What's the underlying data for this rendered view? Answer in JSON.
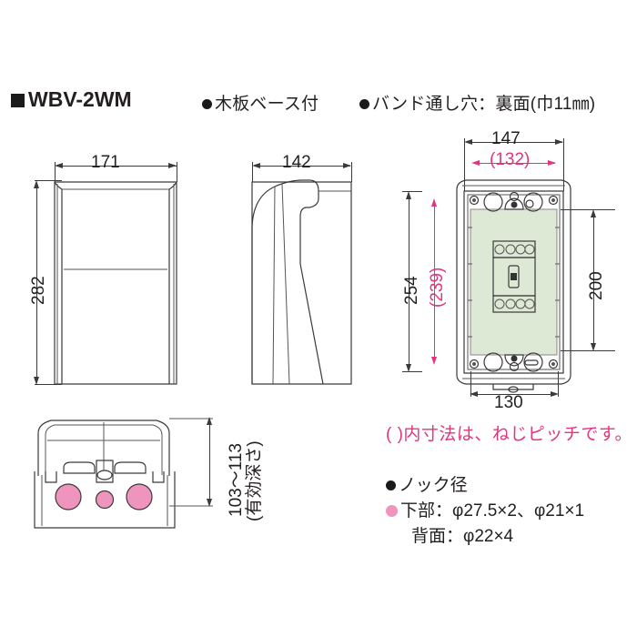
{
  "header": {
    "model": "WBV-2WM",
    "feature_wood_base": "木板ベース付",
    "feature_band_hole": "バンド通し穴：裏面(巾11㎜)"
  },
  "front_view": {
    "width_label": "171",
    "height_label": "282"
  },
  "side_view": {
    "depth_label": "142"
  },
  "bottom_view": {
    "depth_label": "103〜113",
    "depth_sub_label": "(有効深さ)"
  },
  "interior_view": {
    "width_outer": "147",
    "width_pitch": "(132)",
    "height_outer": "254",
    "height_pitch": "(239)",
    "height_right": "200",
    "width_bottom": "130"
  },
  "notes": {
    "paren_note": "( )内寸法は、ねじピッチです。",
    "knock_title": "ノック径",
    "knock_bottom": "下部：φ27.5×2、φ21×1",
    "knock_back": "背面：φ22×4"
  },
  "colors": {
    "accent_magenta": "#e2357f",
    "knockout_pink": "#ef94bd",
    "panel_green": "#dde8d5",
    "line": "#3a3a3a"
  }
}
